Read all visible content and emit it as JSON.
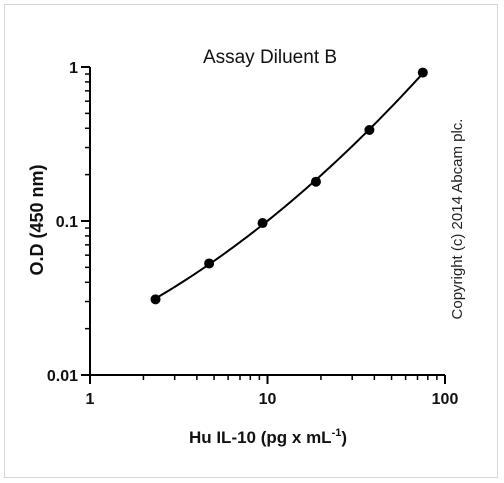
{
  "chart_data": {
    "type": "scatter",
    "title": "Assay Diluent B",
    "xlabel_main": "Hu IL-10 (pg x mL",
    "xlabel_sup": "-1",
    "xlabel_close": ")",
    "ylabel": "O.D (450 nm)",
    "xscale": "log",
    "yscale": "log",
    "xlim": [
      1,
      100
    ],
    "ylim": [
      0.01,
      1
    ],
    "x_ticks": [
      1,
      10,
      100
    ],
    "x_tick_labels": [
      "1",
      "10",
      "100"
    ],
    "y_ticks": [
      0.01,
      0.1,
      1
    ],
    "y_tick_labels": [
      "0.01",
      "0.1",
      "1"
    ],
    "grid": false,
    "legend": "none",
    "series": [
      {
        "x": [
          2.34,
          4.69,
          9.38,
          18.75,
          37.5,
          75
        ],
        "y": [
          0.031,
          0.053,
          0.097,
          0.18,
          0.39,
          0.92
        ],
        "fit": "curve"
      }
    ],
    "annotation": "Copyright (c) 2014 Abcam plc.",
    "colors": {
      "marker": "#000000",
      "line": "#000000"
    }
  }
}
